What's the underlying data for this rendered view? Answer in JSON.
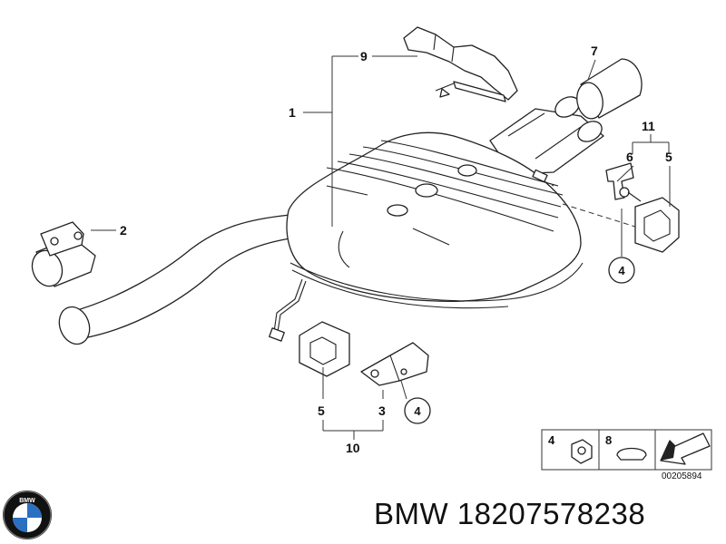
{
  "callouts": {
    "c1": "1",
    "c2": "2",
    "c3": "3",
    "c4a": "4",
    "c4b": "4",
    "c5a": "5",
    "c5b": "5",
    "c6": "6",
    "c7": "7",
    "c9": "9",
    "c10": "10",
    "c11": "11"
  },
  "legend": {
    "item4": "4",
    "item8": "8",
    "ref_code": "00205894"
  },
  "brand": {
    "text": "BMW 18207578238",
    "logo_letters": "BMW"
  },
  "colors": {
    "line": "#222222",
    "logo_blue": "#2b6fc0",
    "logo_ring": "#111111"
  }
}
